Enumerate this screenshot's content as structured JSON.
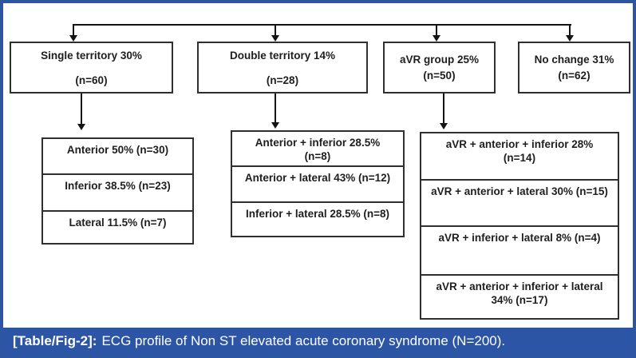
{
  "figure": {
    "type": "flowchart",
    "total": "N=200"
  },
  "flowchart": {
    "top_boxes": [
      {
        "title": "Single territory 30%",
        "subtitle": "(n=60)"
      },
      {
        "title": "Double territory 14%",
        "subtitle": "(n=28)"
      },
      {
        "title": "aVR group 25%",
        "subtitle": "(n=50)"
      },
      {
        "title": "No change 31%",
        "subtitle": "(n=62)"
      }
    ],
    "single_breakdown": [
      {
        "line1": "Anterior 50% (n=30)"
      },
      {
        "line1": "Inferior 38.5% (n=23)"
      },
      {
        "line1": "Lateral 11.5% (n=7)"
      }
    ],
    "double_breakdown": [
      {
        "line1": "Anterior + inferior 28.5%",
        "line2": "(n=8)"
      },
      {
        "line1": "Anterior + lateral 43% (n=12)"
      },
      {
        "line1": "Inferior + lateral 28.5% (n=8)"
      }
    ],
    "avr_breakdown": [
      {
        "line1": "aVR + anterior + inferior 28%",
        "line2": "(n=14)"
      },
      {
        "line1": "aVR + anterior + lateral 30% (n=15)"
      },
      {
        "line1": "aVR + inferior + lateral 8% (n=4)"
      },
      {
        "line1": "aVR + anterior + inferior + lateral",
        "line2": "34% (n=17)"
      }
    ]
  },
  "caption": {
    "label": "[Table/Fig-2]:",
    "text": "ECG profile of Non ST elevated acute coronary syndrome (N=200)."
  },
  "colors": {
    "frame_blue": "#2d55a1",
    "caption_bg": "#2c55a6",
    "caption_text": "#ffffff",
    "box_border": "#2f2f2f",
    "connector_black": "#141414",
    "text_dark": "#1e1e1e"
  }
}
